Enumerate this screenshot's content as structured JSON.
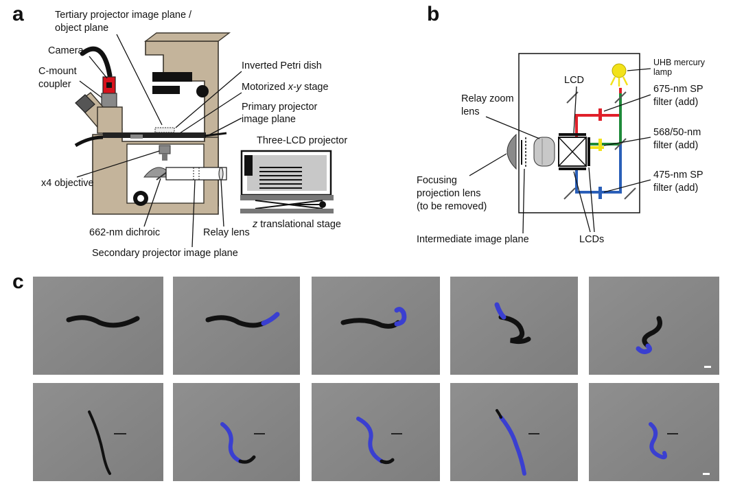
{
  "panels": {
    "a": "a",
    "b": "b",
    "c": "c"
  },
  "panel_a": {
    "tertiary_plane_1": "Tertiary projector image plane /",
    "tertiary_plane_2": "object plane",
    "camera": "Camera",
    "cmount_1": "C-mount",
    "cmount_2": "coupler",
    "petri": "Inverted Petri dish",
    "stage_pre": "Motorized ",
    "stage_italic": "x-y",
    "stage_post": " stage",
    "primary_1": "Primary projector",
    "primary_2": "image plane",
    "three_lcd": "Three-LCD projector",
    "objective": "x4 objective",
    "dichroic": "662-nm dichroic",
    "relay": "Relay lens",
    "z_italic": "z",
    "z_post": " translational stage",
    "secondary": "Secondary projector image plane"
  },
  "panel_b": {
    "uhb_1": "UHB mercury",
    "uhb_2": "lamp",
    "lcd": "LCD",
    "relay_zoom_1": "Relay zoom",
    "relay_zoom_2": "lens",
    "f675_1": "675-nm SP",
    "f675_2": "filter (add)",
    "f568_1": "568/50-nm",
    "f568_2": "filter (add)",
    "f475_1": "475-nm SP",
    "f475_2": "filter (add)",
    "focusing_1": "Focusing",
    "focusing_2": "projection lens",
    "focusing_3": "(to be removed)",
    "intermediate": "Intermediate image plane",
    "lcds": "LCDs"
  },
  "colors": {
    "scope_body": "#c4b49b",
    "scope_edge": "#3a352c",
    "frame_bg": "#8c8c8c",
    "worm": "#111111",
    "illum": "#3a3fd0",
    "red_beam": "#e0202a",
    "green_beam": "#1f8a3a",
    "blue_beam": "#2a5fb8",
    "yellow_lamp": "#f2e21a"
  }
}
